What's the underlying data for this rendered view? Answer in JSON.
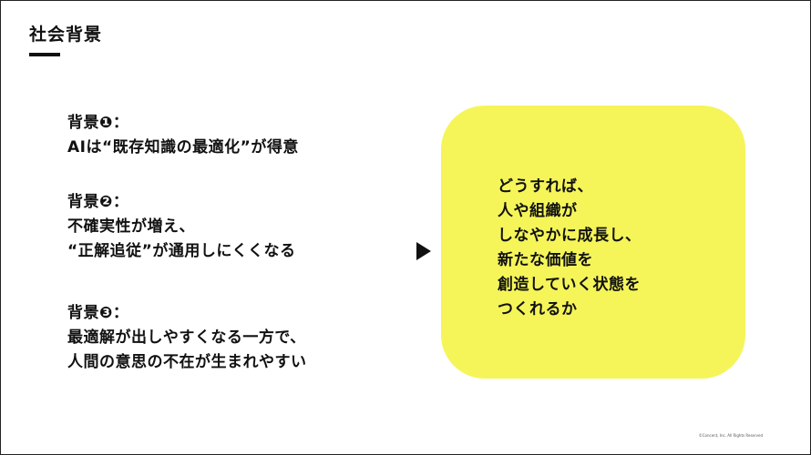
{
  "slide": {
    "title": "社会背景",
    "backgrounds": [
      {
        "label": "背景❶：",
        "lines": [
          "AIは“既存知識の最適化”が得意"
        ]
      },
      {
        "label": "背景❷：",
        "lines": [
          "不確実性が増え、",
          "“正解追従”が通用しにくくなる"
        ]
      },
      {
        "label": "背景❸：",
        "lines": [
          "最適解が出しやすくなる一方で、",
          "人間の意思の不在が生まれやすい"
        ]
      }
    ],
    "result": {
      "lines": [
        "どうすれば、",
        "人や組織が",
        "しなやかに成長し、",
        "新たな価値を",
        "創造していく状態を",
        "つくれるか"
      ]
    },
    "copyright": "©Concent, Inc. All Rights Reserved",
    "colors": {
      "box_fill": "#f5f559",
      "text": "#111111"
    }
  }
}
